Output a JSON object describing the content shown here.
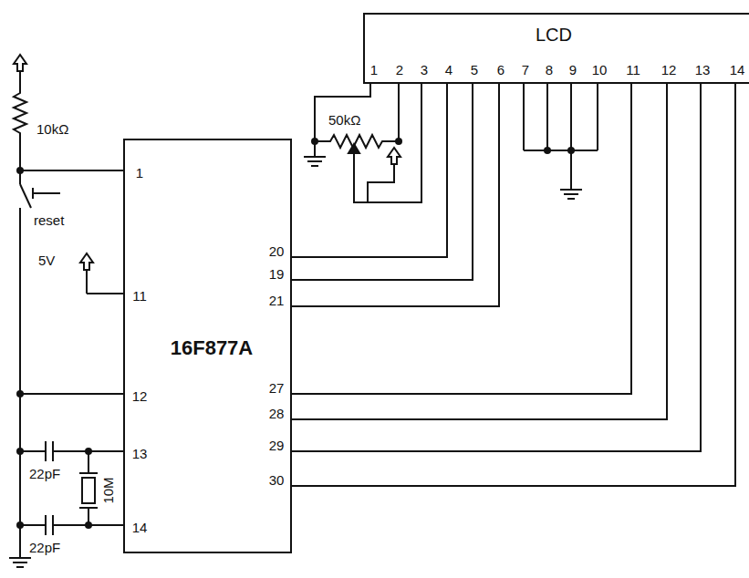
{
  "diagram": {
    "nodes": [
      {
        "text": [
          "LCD",
          "1",
          "2",
          "3",
          "4",
          "5",
          "6",
          "7",
          "8",
          "9",
          "10",
          "11",
          "12",
          "13",
          "14"
        ]
      },
      {
        "text": [
          "16F877A",
          "1",
          "11",
          "12",
          "13",
          "14",
          "20",
          "19",
          "21",
          "27",
          "28",
          "29",
          "30"
        ]
      }
    ],
    "edges": [
      {
        "from": 1,
        "to": 0,
        "arrow": "none"
      },
      {
        "from": 1,
        "to": 0,
        "arrow": "none"
      },
      {
        "from": 1,
        "to": 0,
        "arrow": "none"
      },
      {
        "from": 1,
        "to": 0,
        "arrow": "none"
      },
      {
        "from": 1,
        "to": 0,
        "arrow": "none"
      },
      {
        "from": 1,
        "to": 0,
        "arrow": "none"
      },
      {
        "from": 1,
        "to": 0,
        "arrow": "none"
      }
    ],
    "labels": [
      "10kΩ",
      "reset",
      "5V",
      "50kΩ",
      "22pF",
      "10M",
      "22pF"
    ]
  }
}
